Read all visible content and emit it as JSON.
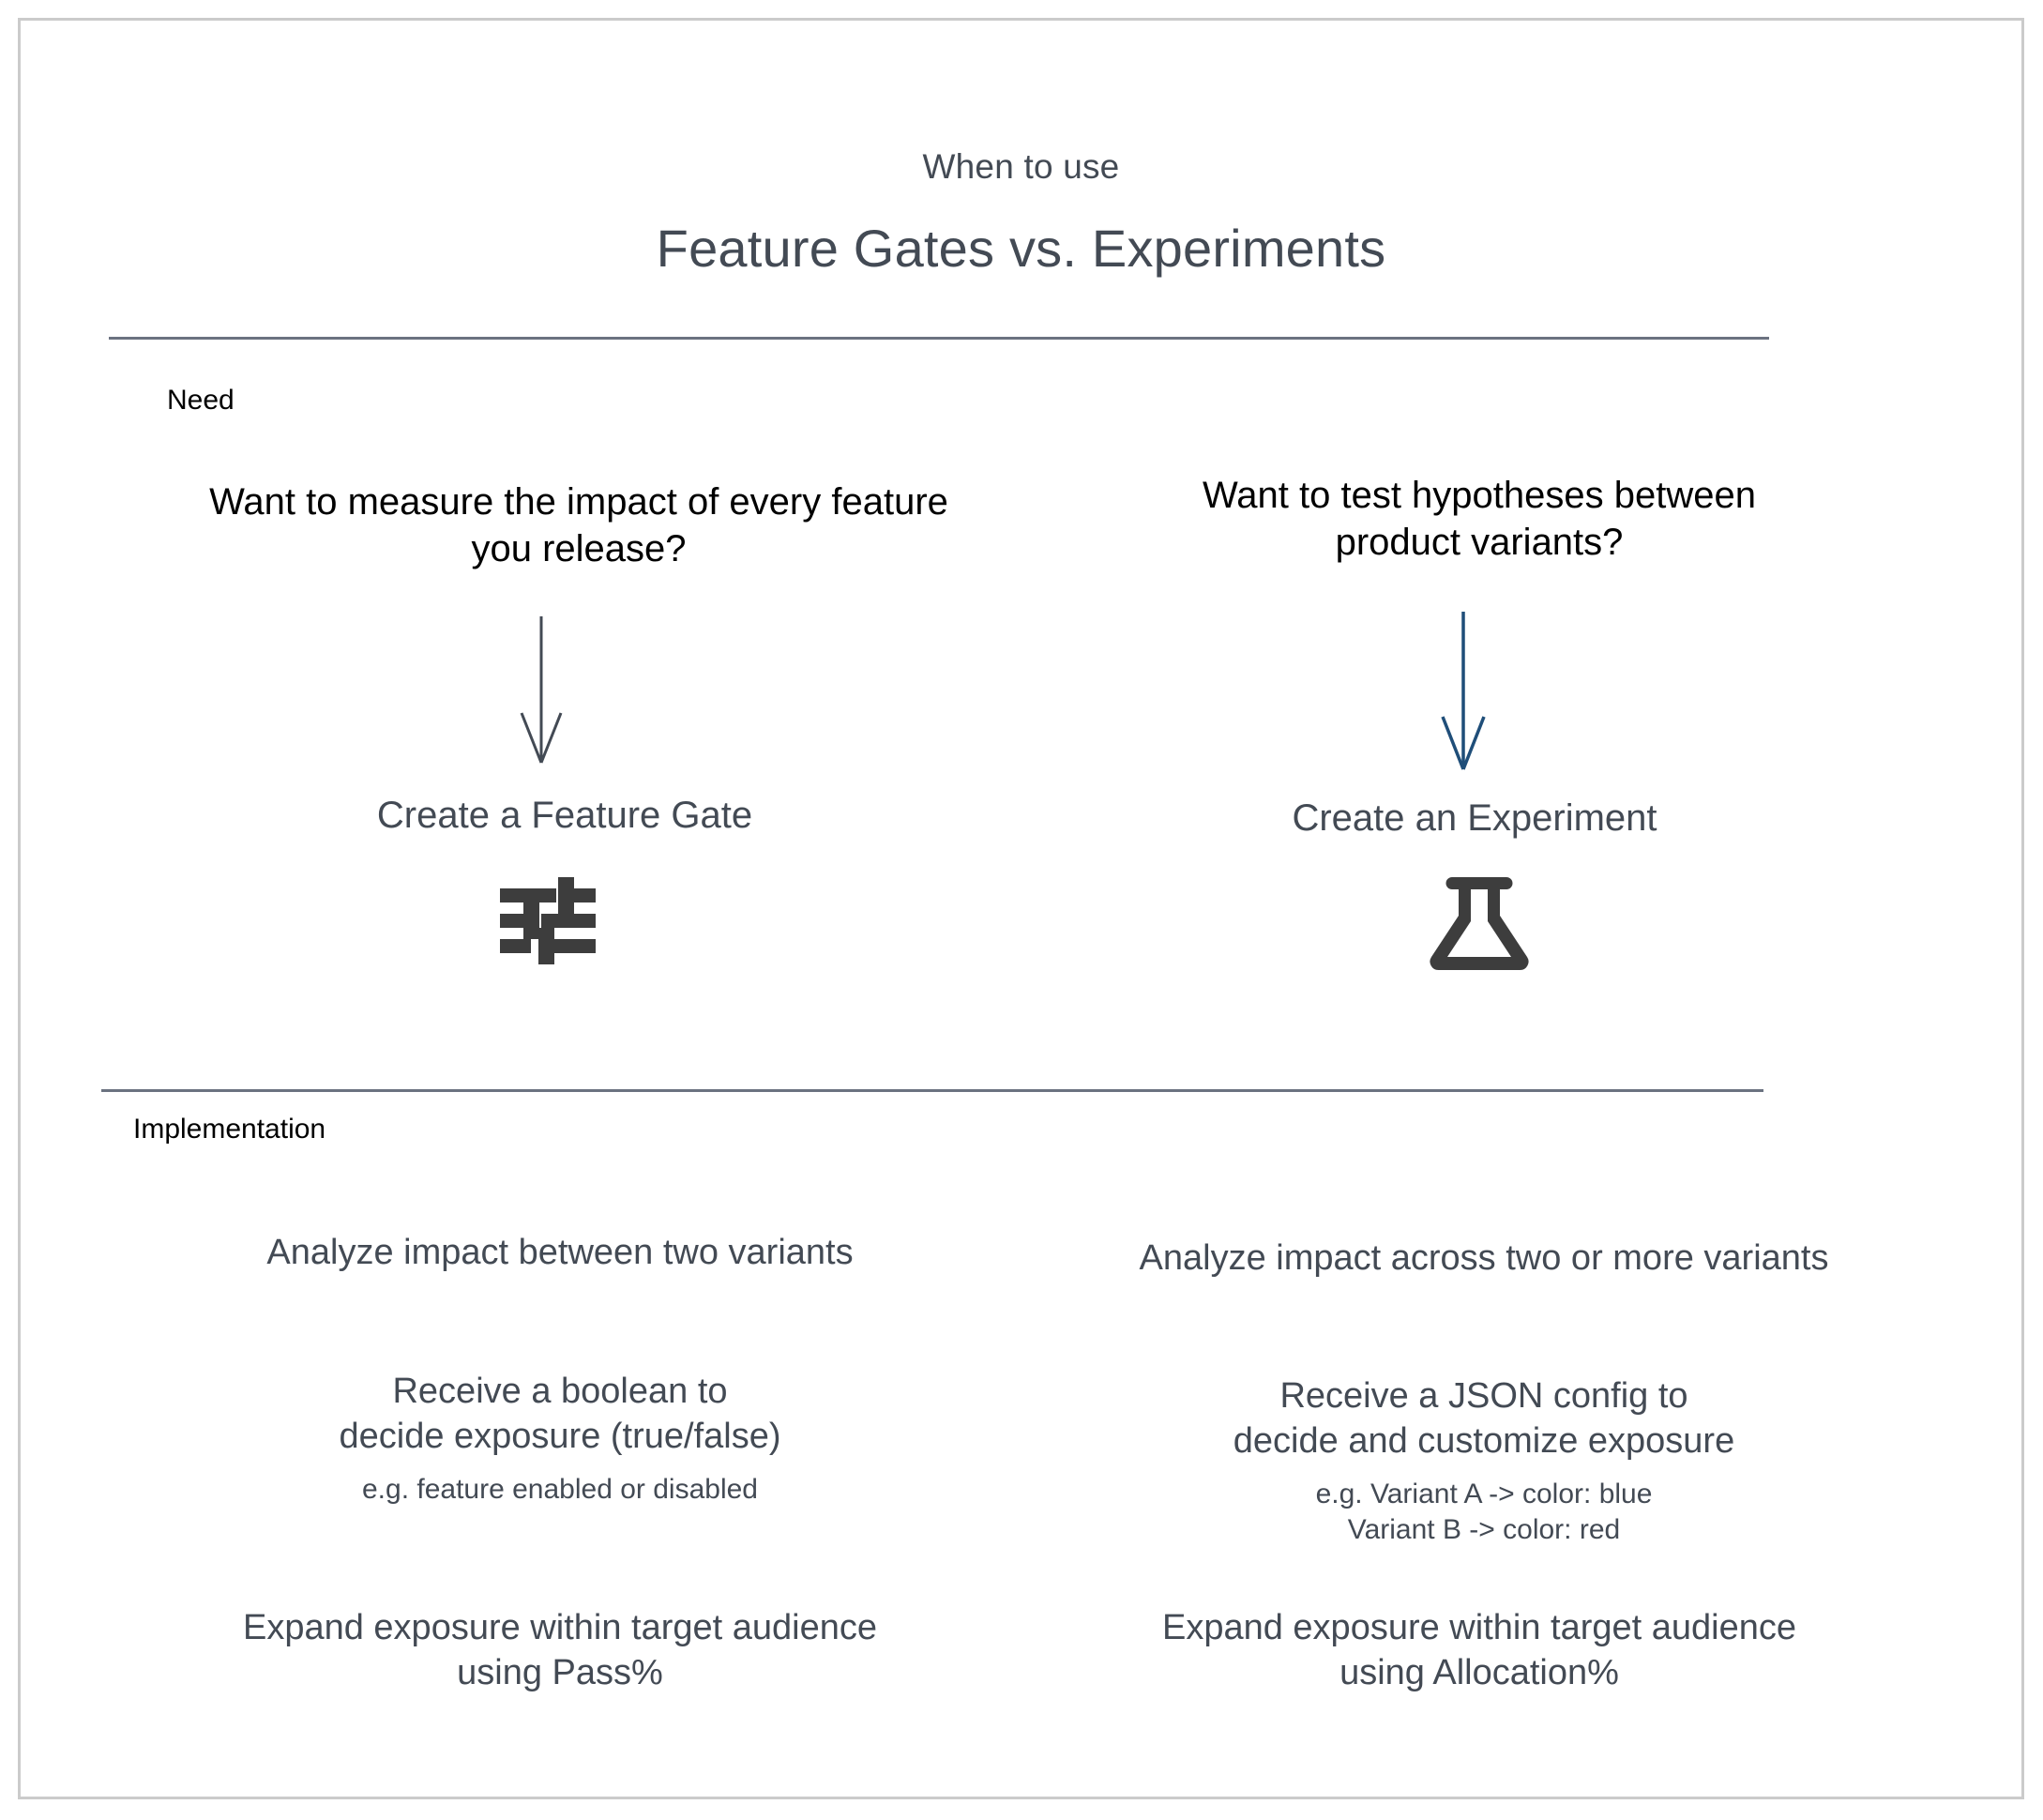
{
  "header": {
    "eyebrow": "When to use",
    "title": "Feature Gates vs. Experiments"
  },
  "sections": {
    "need_label": "Need",
    "implementation_label": "Implementation"
  },
  "colors": {
    "text_dark_slate": "#434a54",
    "text_black": "#000000",
    "divider": "#6b7280",
    "border": "#cbcbcb",
    "arrow_left": "#434a54",
    "arrow_right": "#1f4e79",
    "icon": "#3d3d3d"
  },
  "need": {
    "left": {
      "question": "Want to measure the impact of every feature you release?",
      "arrow_icon": "down-arrow-icon",
      "arrow_color": "#434a54",
      "action": "Create a Feature Gate",
      "icon": "sliders-tune-icon"
    },
    "right": {
      "question": "Want to test hypotheses between product variants?",
      "arrow_icon": "down-arrow-icon",
      "arrow_color": "#1f4e79",
      "action": "Create an Experiment",
      "icon": "flask-icon"
    }
  },
  "implementation": {
    "left": [
      {
        "main": "Analyze impact between two variants",
        "sub": ""
      },
      {
        "main": "Receive a boolean to\ndecide exposure (true/false)",
        "sub": "e.g. feature enabled or disabled"
      },
      {
        "main": "Expand exposure within target audience\nusing Pass%",
        "sub": ""
      }
    ],
    "right": [
      {
        "main": "Analyze impact across two or more variants",
        "sub": ""
      },
      {
        "main": "Receive a JSON config to\ndecide and customize exposure",
        "sub": "e.g. Variant A -> color: blue\nVariant B -> color: red"
      },
      {
        "main": "Expand exposure within target audience\nusing Allocation%",
        "sub": ""
      }
    ]
  }
}
